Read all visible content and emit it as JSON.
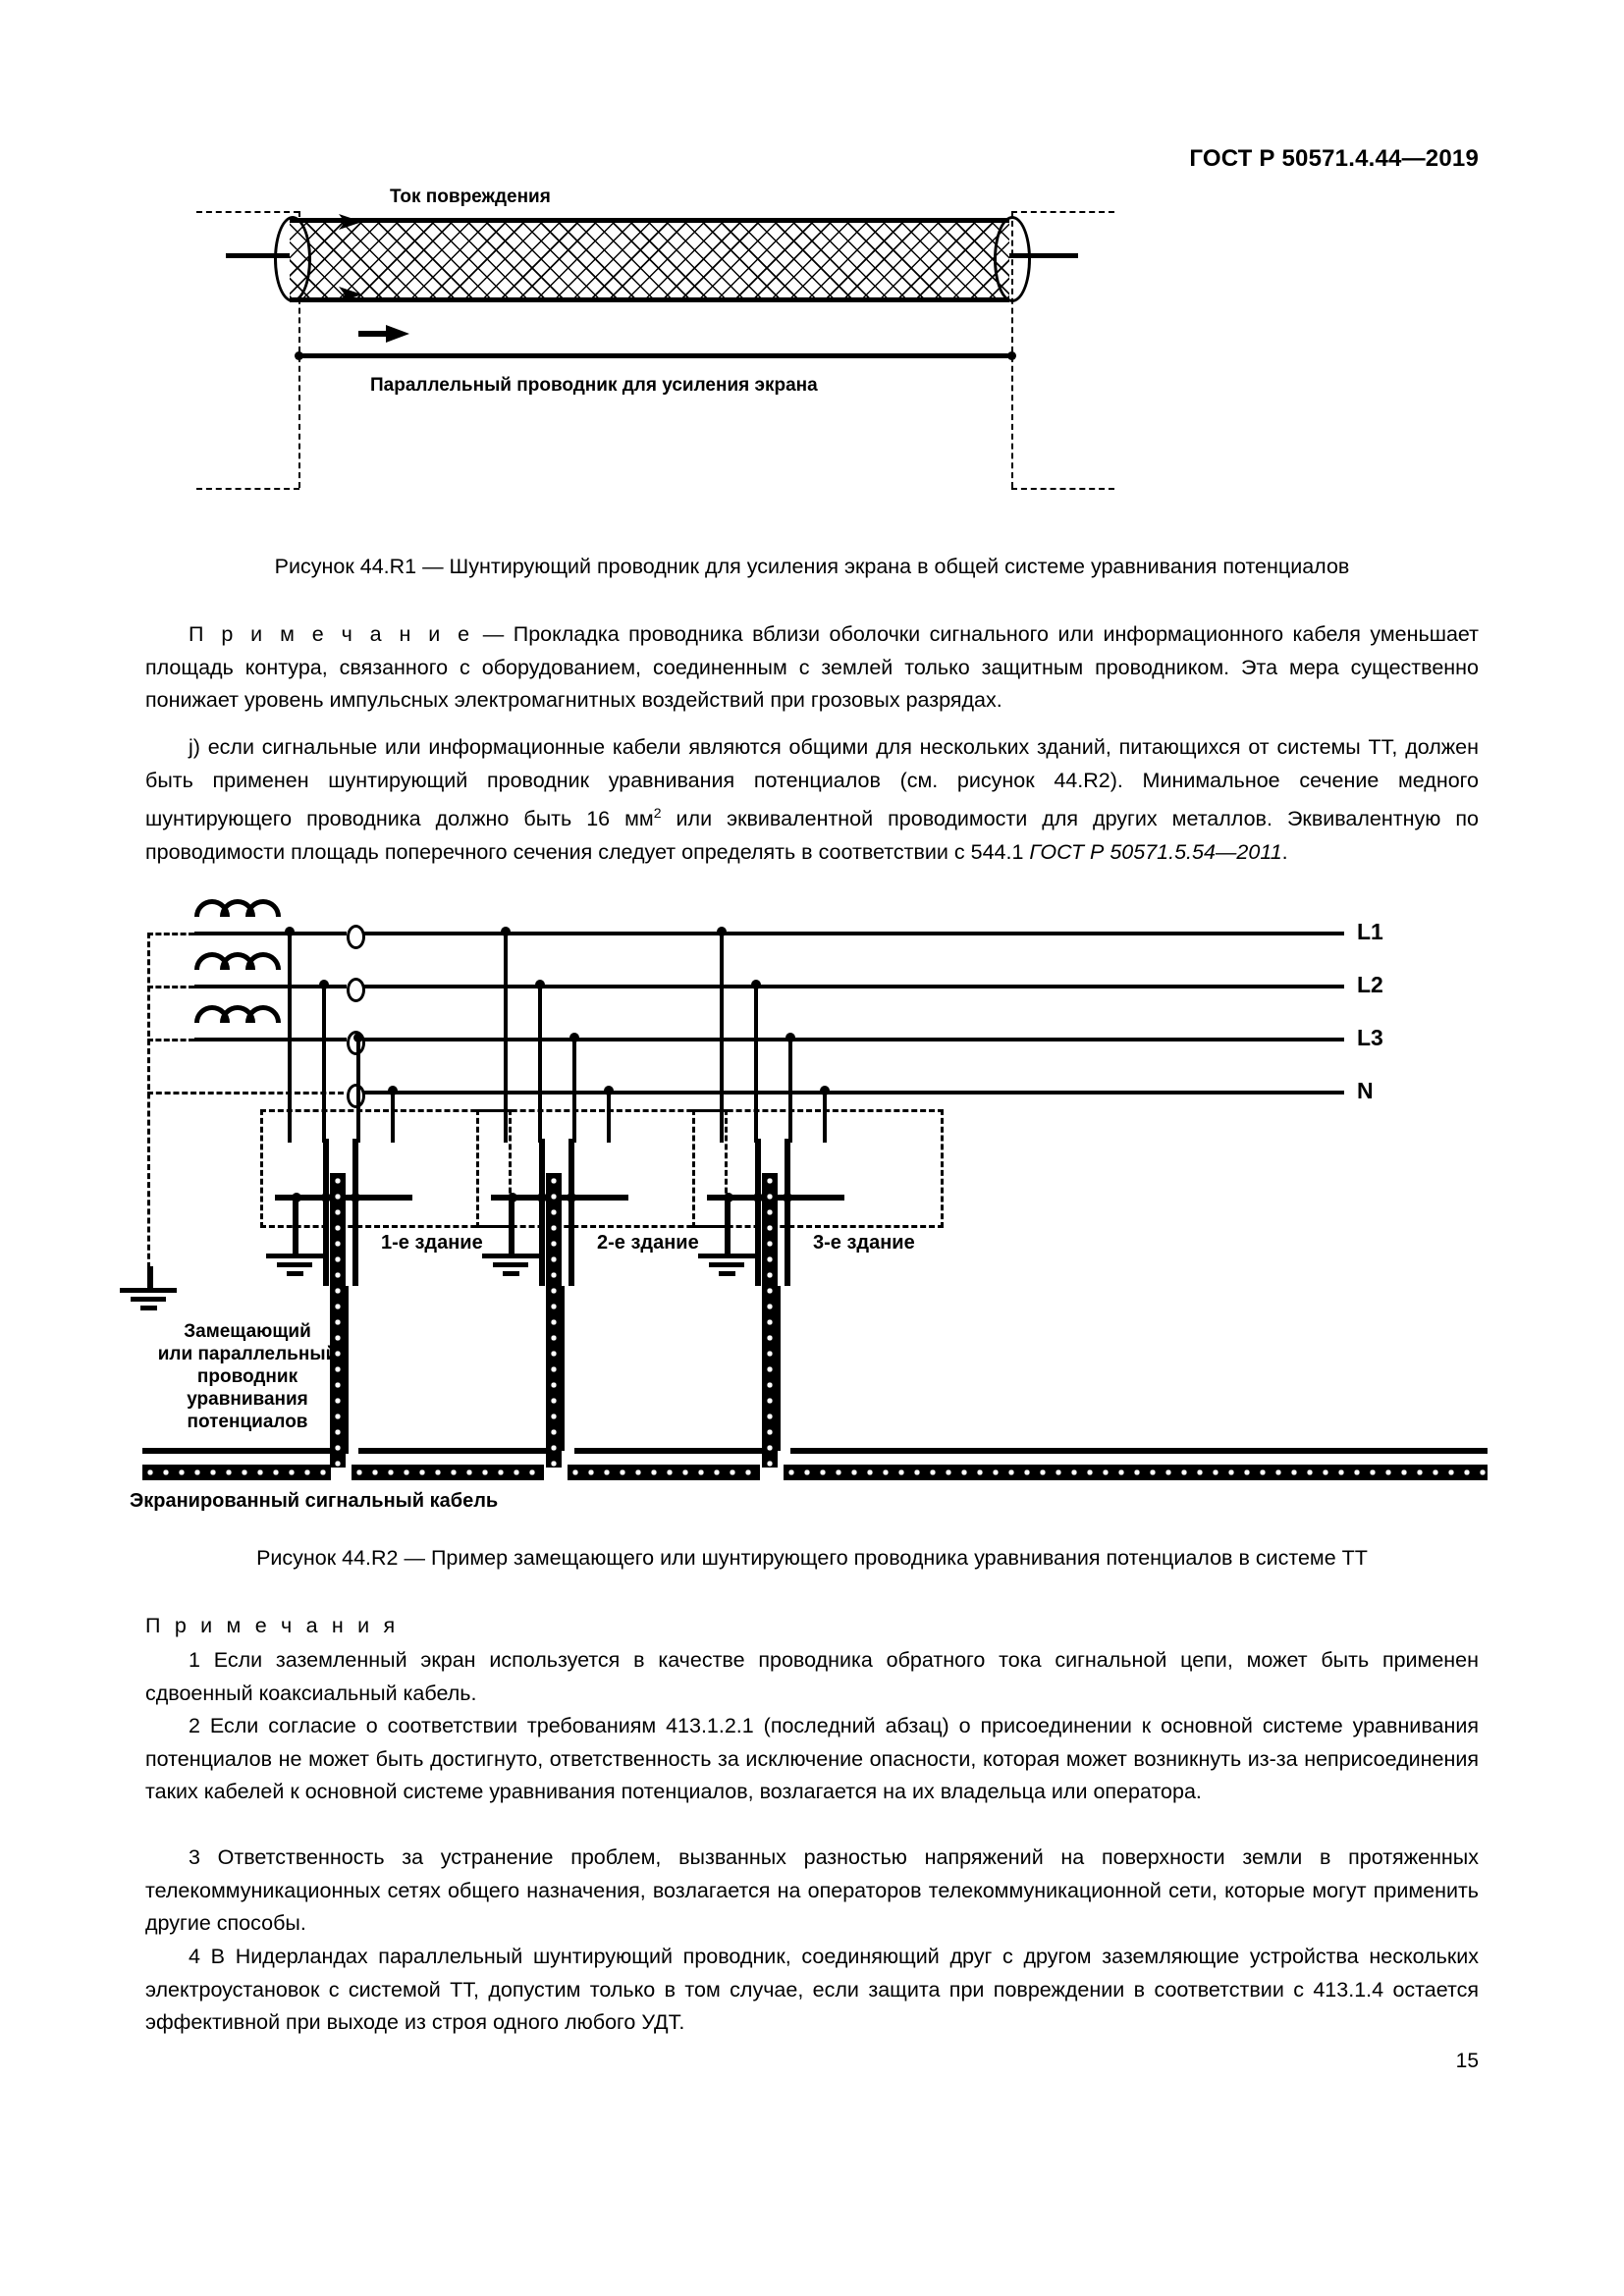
{
  "document": {
    "standard_header": "ГОСТ Р 50571.4.44—2019",
    "page_number": "15"
  },
  "figure_r1": {
    "label_fault_current": "Ток повреждения",
    "label_parallel_conductor": "Параллельный проводник для усиления экрана",
    "caption": "Рисунок 44.R1 — Шунтирующий проводник для усиления экрана в общей системе уравнивания потенциалов"
  },
  "note_after_r1": {
    "word": "П р и м е ч а н и е",
    "dash": " — ",
    "text": "Прокладка проводника вблизи оболочки сигнального или информационного кабеля уменьшает площадь контура, связанного с оборудованием, соединенным с землей только защитным проводником. Эта мера существенно понижает уровень импульсных электромагнитных воздействий при грозовых разрядах."
  },
  "clause_j": {
    "part1": "j) если сигнальные или информационные кабели являются общими для нескольких зданий, питающихся от системы ТТ, должен быть применен шунтирующий проводник уравнивания потенциалов (см. рисунок 44.R2). Минимальное сечение медного шунтирующего проводника должно быть 16 мм",
    "superscript": "2",
    "part2": " или эквивалентной проводимости для других металлов. Эквивалентную по проводимости площадь поперечного сечения следует определять в соответствии с 544.1 ",
    "reference_italic": "ГОСТ Р 50571.5.54—2011",
    "part3": "."
  },
  "figure_r2": {
    "phase_labels": [
      "L1",
      "L2",
      "L3",
      "N"
    ],
    "building_labels": [
      "1-е здание",
      "2-е здание",
      "3-е здание"
    ],
    "equalizing_conductor_label": "Замещающий\nили параллельный\nпроводник\nуравнивания\nпотенциалов",
    "equalizing_conductor_lines": [
      "Замещающий",
      "или параллельный",
      "проводник",
      "уравнивания",
      "потенциалов"
    ],
    "shielded_cable_label": "Экранированный сигнальный кабель",
    "caption": "Рисунок 44.R2 — Пример замещающего или шунтирующего проводника уравнивания потенциалов в системе ТТ"
  },
  "notes": {
    "heading": "П р и м е ч а н и я",
    "items": [
      "1 Если заземленный экран используется в качестве проводника обратного тока сигнальной цепи, может быть применен сдвоенный коаксиальный кабель.",
      "2 Если согласие о соответствии требованиям 413.1.2.1 (последний абзац) о присоединении к основной системе уравнивания потенциалов не может быть достигнуто, ответственность за исключение опасности, которая может возникнуть из-за неприсоединения таких кабелей к основной системе уравнивания потенциалов, возлагается на их владельца или оператора.",
      "3 Ответственность за устранение проблем, вызванных разностью напряжений на поверхности земли в протяженных телекоммуникационных сетях общего назначения, возлагается на операторов телекоммуникационной сети, которые могут применить другие способы.",
      "4 В Нидерландах параллельный шунтирующий проводник, соединяющий друг с другом заземляющие устройства нескольких электроустановок с системой ТТ, допустим только в том случае, если защита при повреждении в соответствии с 413.1.4 остается эффективной при выходе из строя одного любого УДТ."
    ]
  }
}
